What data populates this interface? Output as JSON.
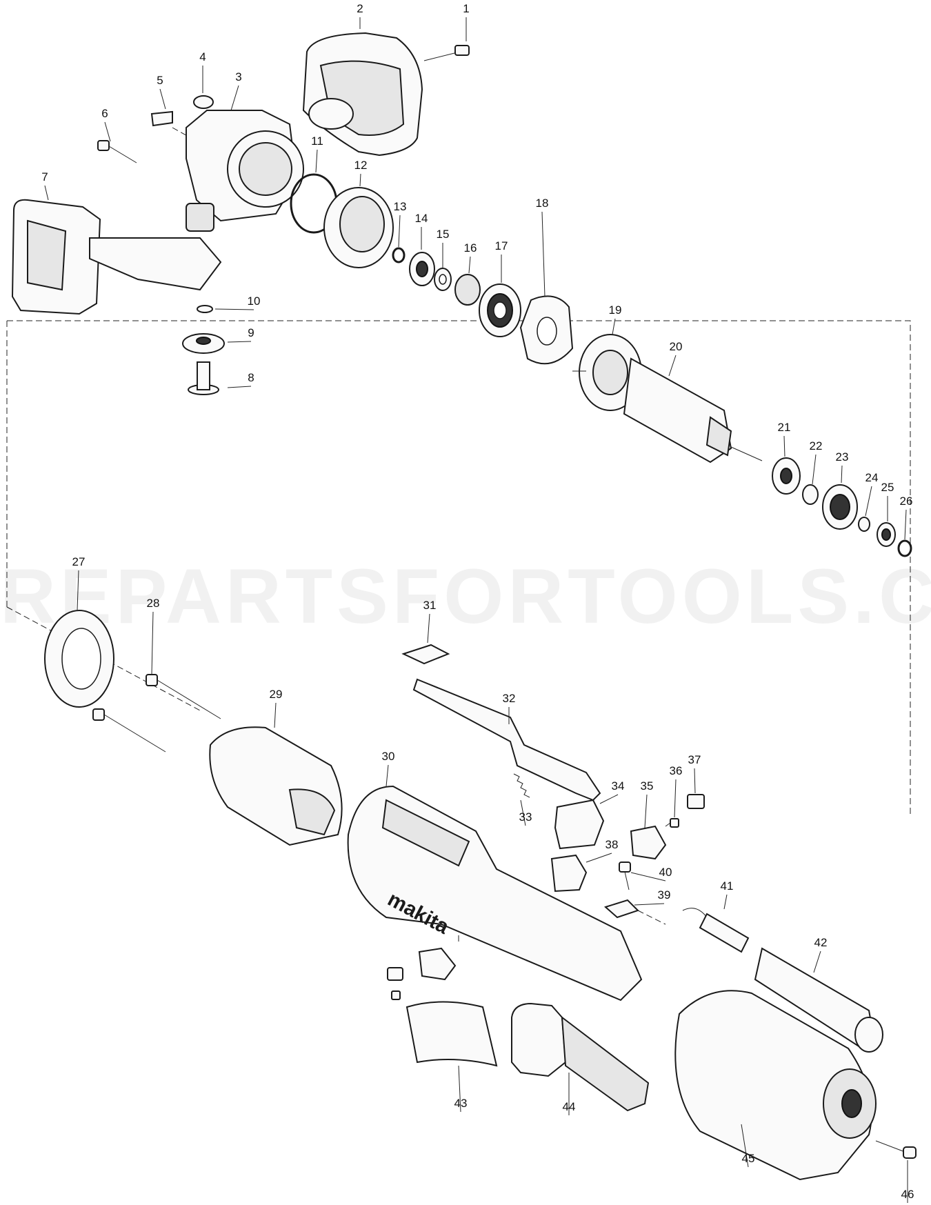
{
  "watermark": "REPARTSFORTOOLS.COM",
  "brand_text": "makita",
  "callouts": [
    "1",
    "2",
    "3",
    "4",
    "5",
    "6",
    "7",
    "8",
    "9",
    "10",
    "11",
    "12",
    "13",
    "14",
    "15",
    "16",
    "17",
    "18",
    "19",
    "20",
    "21",
    "22",
    "23",
    "24",
    "25",
    "26",
    "27",
    "28",
    "29",
    "30",
    "31",
    "32",
    "33",
    "34",
    "35",
    "36",
    "37",
    "38",
    "39",
    "40",
    "41",
    "42",
    "43",
    "44",
    "45",
    "46"
  ],
  "colors": {
    "line": "#1a1a1a",
    "part_fill": "#fafafa",
    "shade": "#e6e6e6",
    "watermark": "#f1f1f1"
  }
}
